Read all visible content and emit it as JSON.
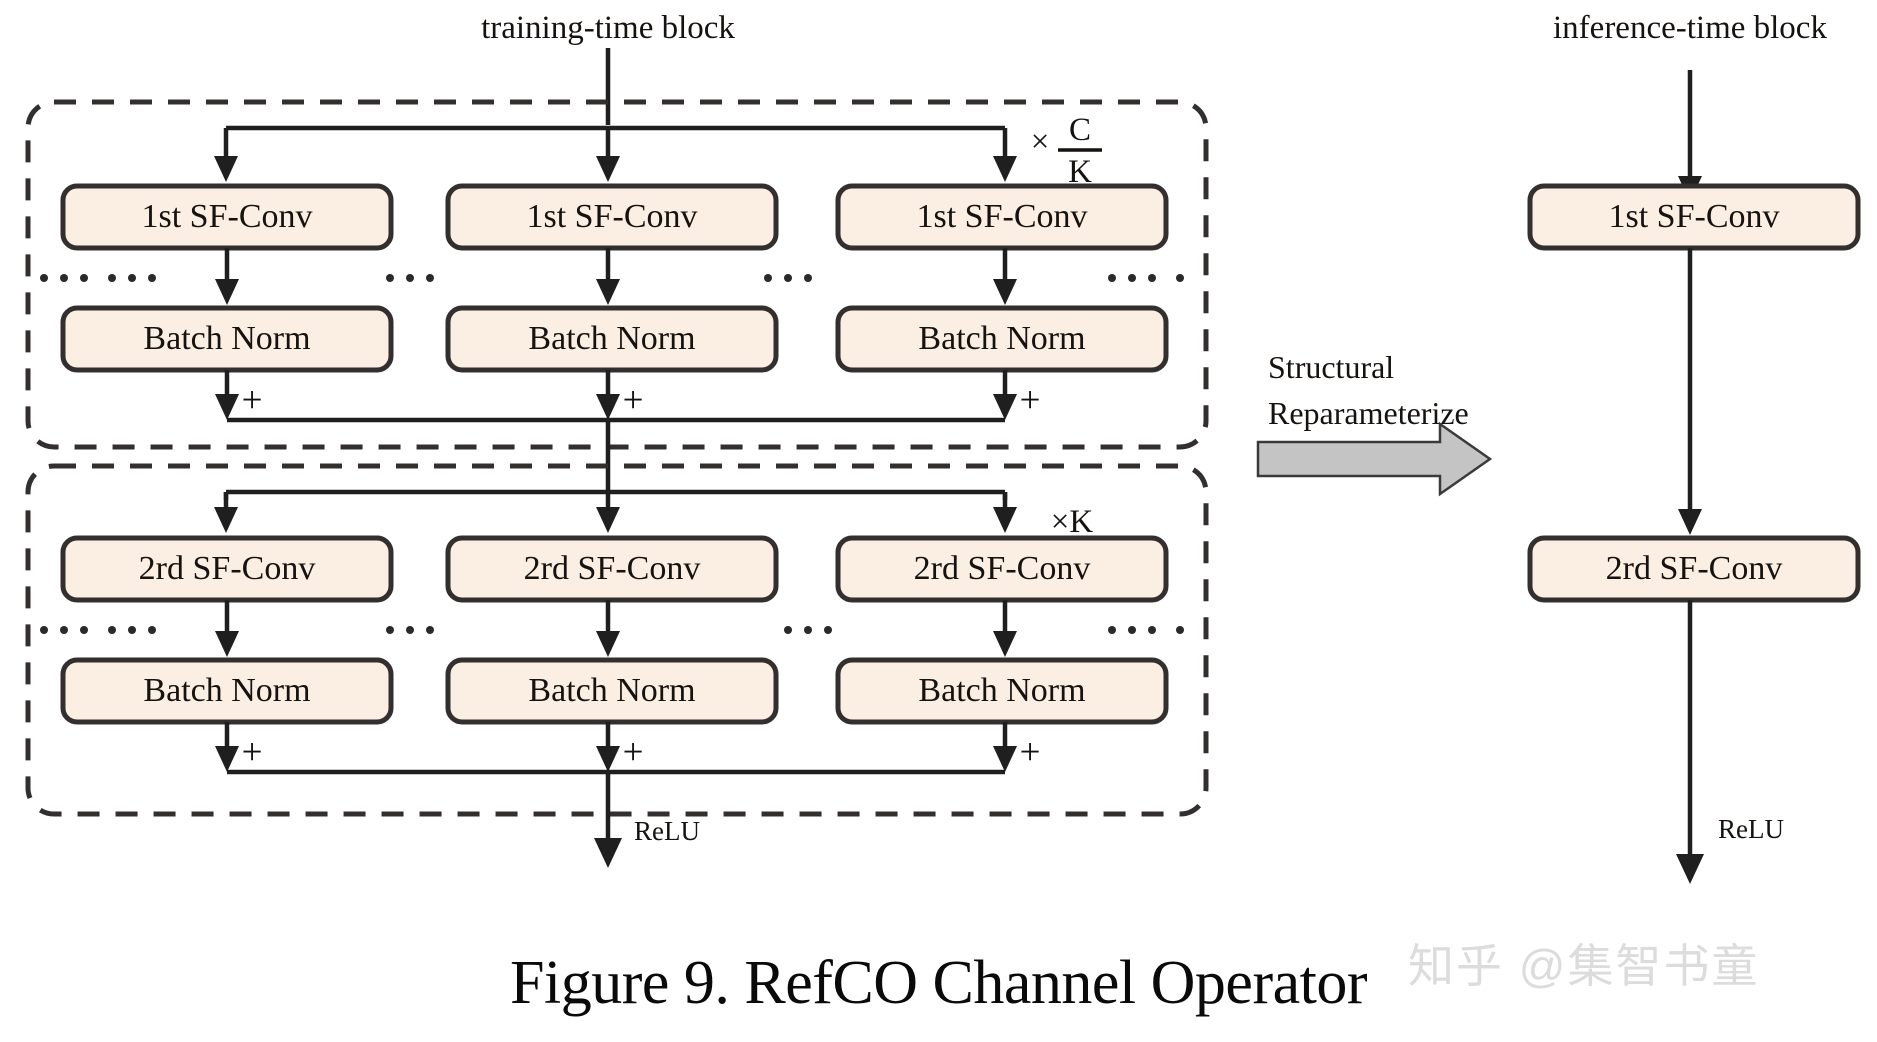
{
  "figure": {
    "caption": "Figure 9. RefCO Channel Operator",
    "watermark": "知乎 @集智书童"
  },
  "training_block": {
    "title": "training-time block",
    "stage1": {
      "multiplier_prefix": "×",
      "multiplier_numerator": "C",
      "multiplier_denominator": "K",
      "branches": [
        {
          "conv_label": "1st SF-Conv",
          "norm_label": "Batch Norm",
          "plus_label": "+"
        },
        {
          "conv_label": "1st SF-Conv",
          "norm_label": "Batch Norm",
          "plus_label": "+"
        },
        {
          "conv_label": "1st SF-Conv",
          "norm_label": "Batch Norm",
          "plus_label": "+"
        }
      ]
    },
    "stage2": {
      "multiplier_label": "×K",
      "branches": [
        {
          "conv_label": "2rd SF-Conv",
          "norm_label": "Batch Norm",
          "plus_label": "+"
        },
        {
          "conv_label": "2rd SF-Conv",
          "norm_label": "Batch Norm",
          "plus_label": "+"
        },
        {
          "conv_label": "2rd SF-Conv",
          "norm_label": "Batch Norm",
          "plus_label": "+"
        }
      ]
    },
    "output_activation": "ReLU"
  },
  "transform": {
    "line1": "Structural",
    "line2": "Reparameterize"
  },
  "inference_block": {
    "title": "inference-time block",
    "stages": [
      {
        "label": "1st SF-Conv"
      },
      {
        "label": "2rd SF-Conv"
      }
    ],
    "output_activation": "ReLU"
  },
  "colors": {
    "box_fill": "#fbeee2",
    "box_stroke": "#332f2e",
    "line": "#1f1f1f",
    "arrow_fill": "#c4c4c4",
    "watermark": "#dcdcdc"
  }
}
